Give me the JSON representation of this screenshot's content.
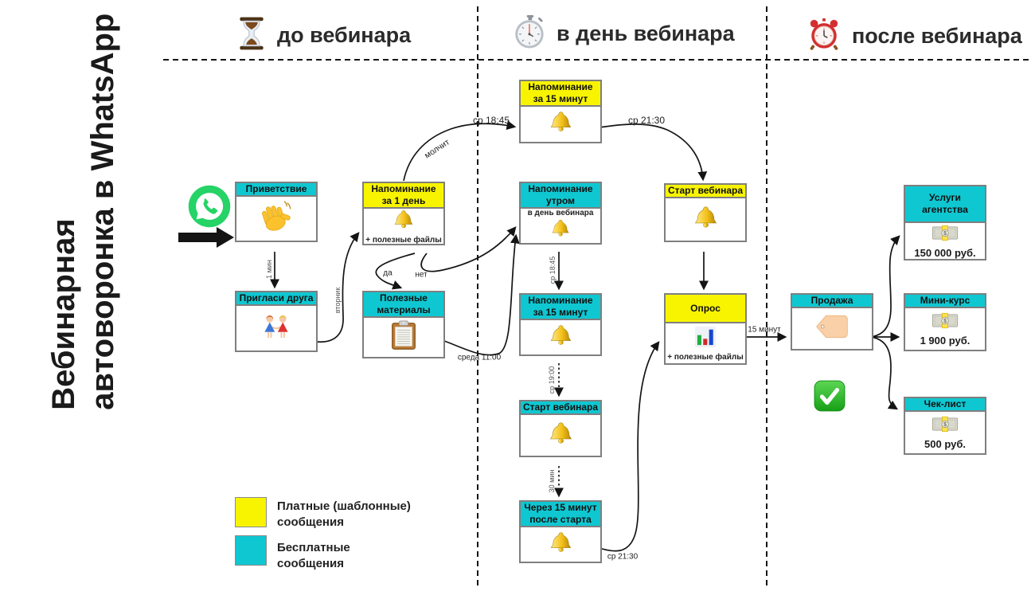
{
  "title": {
    "text": "Вебинарная\nавтоворонка в WhatsApp"
  },
  "sections": {
    "before": {
      "label": "до вебинара",
      "icon": "hourglass-icon"
    },
    "during": {
      "label": "в день вебинара",
      "icon": "stopwatch-icon"
    },
    "after": {
      "label": "после вебинара",
      "icon": "alarm-clock-icon"
    }
  },
  "colors": {
    "free_message": "#0fc7d1",
    "paid_message": "#f8f400",
    "whatsapp_green": "#25D366",
    "check_green": "#23b223",
    "arrow_black": "#141414"
  },
  "nodes": {
    "greeting": {
      "title": "Приветствие",
      "type": "free",
      "icon": "waving-hand-icon"
    },
    "invite_friend": {
      "title": "Пригласи друга",
      "type": "free",
      "icon": "two-women-icon"
    },
    "reminder_1day": {
      "title": "Напоминание\nза 1 день",
      "type": "paid",
      "icon": "bell-icon",
      "note": "+ полезные файлы"
    },
    "useful_materials": {
      "title": "Полезные\nматериалы",
      "type": "free",
      "icon": "clipboard-icon"
    },
    "reminder_15min_silent": {
      "title": "Напоминание\nза 15 минут",
      "type": "paid",
      "icon": "bell-icon"
    },
    "reminder_morning": {
      "title": "Напоминание\nутром",
      "type": "free",
      "subtitle": "в день вебинара",
      "icon": "bell-icon"
    },
    "reminder_15min": {
      "title": "Напоминание\nза 15 минут",
      "type": "free",
      "icon": "bell-icon"
    },
    "webinar_start_free": {
      "title": "Старт вебинара",
      "type": "free",
      "icon": "bell-icon"
    },
    "after_15min": {
      "title": "Через 15 минут\nпосле старта",
      "type": "free",
      "icon": "bell-icon"
    },
    "webinar_start_paid": {
      "title": "Старт вебинара",
      "type": "paid",
      "icon": "bell-icon"
    },
    "survey": {
      "title": "Опрос",
      "type": "paid",
      "icon": "bar-chart-icon",
      "note": "+ полезные файлы"
    },
    "sale": {
      "title": "Продажа",
      "type": "free",
      "icon": "tag-icon"
    },
    "agency": {
      "title": "Услуги\nагентства",
      "type": "free",
      "icon": "money-icon",
      "price": "150 000 руб."
    },
    "mini_course": {
      "title": "Мини-курс",
      "type": "free",
      "icon": "money-icon",
      "price": "1 900 руб."
    },
    "checklist": {
      "title": "Чек-лист",
      "type": "free",
      "icon": "money-icon",
      "price": "500 руб."
    }
  },
  "edges": {
    "min1": "1 мин",
    "tuesday": "вторник",
    "silent": "молчит",
    "wed_1845": "ср 18:45",
    "wed_2130": "ср 21:30",
    "yes": "да",
    "no": "нет",
    "wed_1100": "среда 11:00",
    "wed_1845_evening": "ср 18:45",
    "wed_1900": "ср 19:00",
    "min30": "30 мин",
    "wed_2130_after": "ср 21:30",
    "min15": "15 минут"
  },
  "legend": {
    "paid": {
      "color": "#f8f400",
      "label": "Платные (шаблонные)\nсообщения"
    },
    "free": {
      "color": "#0fc7d1",
      "label": "Бесплатные\nсообщения"
    }
  }
}
